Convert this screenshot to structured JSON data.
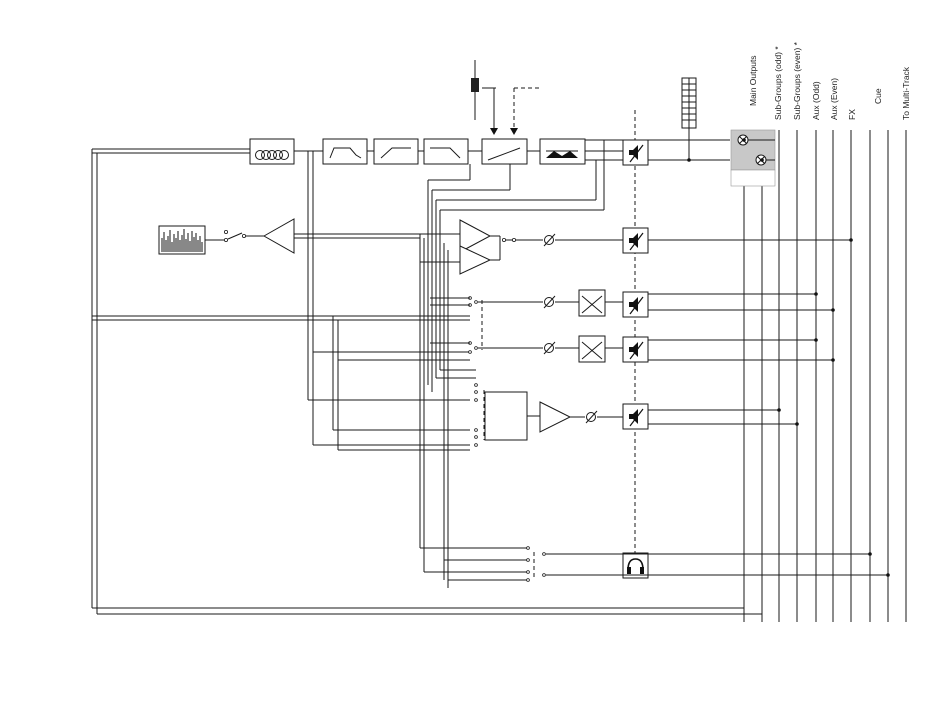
{
  "bus_labels": {
    "main_outputs": "Main Outputs",
    "subgroups_odd": "Sub-Groups (odd) *",
    "subgroups_even": "Sub-Groups (even) *",
    "aux_odd": "Aux (Odd)",
    "aux_even": "Aux (Even)",
    "fx": "FX",
    "cue": "Cue",
    "to_multitrack": "To Multi-Track"
  },
  "icons": {
    "mute": "mute-speaker-icon",
    "headphones": "headphones-icon",
    "pan": "pan-summing-icon",
    "meter": "level-meter-icon",
    "waveform": "waveform-display-icon"
  },
  "colors": {
    "line": "#1a1a1a",
    "pan_block": "#c8c8c8",
    "background": "#ffffff"
  }
}
